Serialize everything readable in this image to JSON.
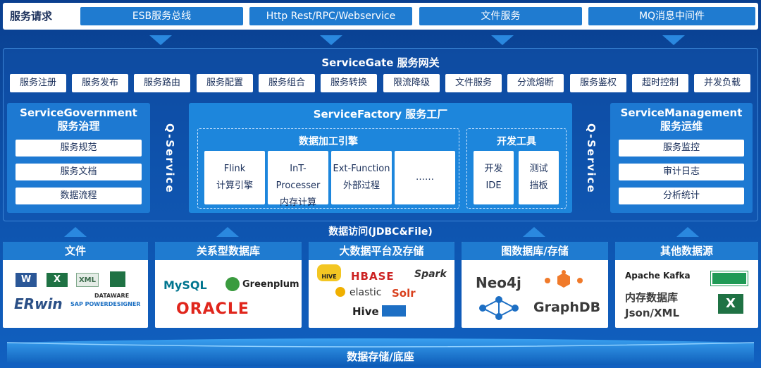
{
  "request": {
    "title": "服务请求",
    "items": [
      "ESB服务总线",
      "Http Rest/RPC/Webservice",
      "文件服务",
      "MQ消息中间件"
    ]
  },
  "gateway": {
    "title": "ServiceGate  服务网关",
    "items": [
      "服务注册",
      "服务发布",
      "服务路由",
      "服务配置",
      "服务组合",
      "服务转换",
      "限流降级",
      "文件服务",
      "分流熔断",
      "服务鉴权",
      "超时控制",
      "并发负载"
    ]
  },
  "government": {
    "title_en": "ServiceGovernment",
    "title_cn": "服务治理",
    "items": [
      "服务规范",
      "服务文档",
      "数据流程"
    ]
  },
  "management": {
    "title_en": "ServiceManagement",
    "title_cn": "服务运维",
    "items": [
      "服务监控",
      "审计日志",
      "分析统计"
    ]
  },
  "qservice": "Q-Service",
  "factory": {
    "title": "ServiceFactory  服务工厂",
    "engine_title": "数据加工引擎",
    "engines": [
      {
        "line1": "Flink",
        "line2": "计算引擎"
      },
      {
        "line1": "InT-Processer",
        "line2": "内存计算"
      },
      {
        "line1": "Ext-Function",
        "line2": "外部过程"
      },
      {
        "line1": "……",
        "line2": ""
      }
    ],
    "tools_title": "开发工具",
    "tools": [
      {
        "line1": "开发",
        "line2": "IDE"
      },
      {
        "line1": "测试",
        "line2": "挡板"
      }
    ]
  },
  "access": "数据访问(JDBC&File)",
  "sources": [
    {
      "title": "文件",
      "logos": [
        "W",
        "X",
        "XML",
        "ERwin",
        "DATAWARE",
        "SAP POWERDESIGNER"
      ]
    },
    {
      "title": "关系型数据库",
      "logos": [
        "MySQL",
        "Greenplum",
        "ORACLE"
      ]
    },
    {
      "title": "大数据平台及存储",
      "logos": [
        "HIVE",
        "HBASE",
        "Spark",
        "elastic",
        "Solr",
        "Hive"
      ]
    },
    {
      "title": "图数据库/存储",
      "logos": [
        "Neo4j",
        "GraphDB"
      ]
    },
    {
      "title": "其他数据源",
      "logos": [
        "Apache Kafka",
        "内存数据库",
        "Json/XML"
      ]
    }
  ],
  "base": "数据存储/底座",
  "colors": {
    "primary": "#1f7bd0",
    "panel": "#1d79d2",
    "oracle": "#e0261c",
    "mysql": "#00758f"
  }
}
